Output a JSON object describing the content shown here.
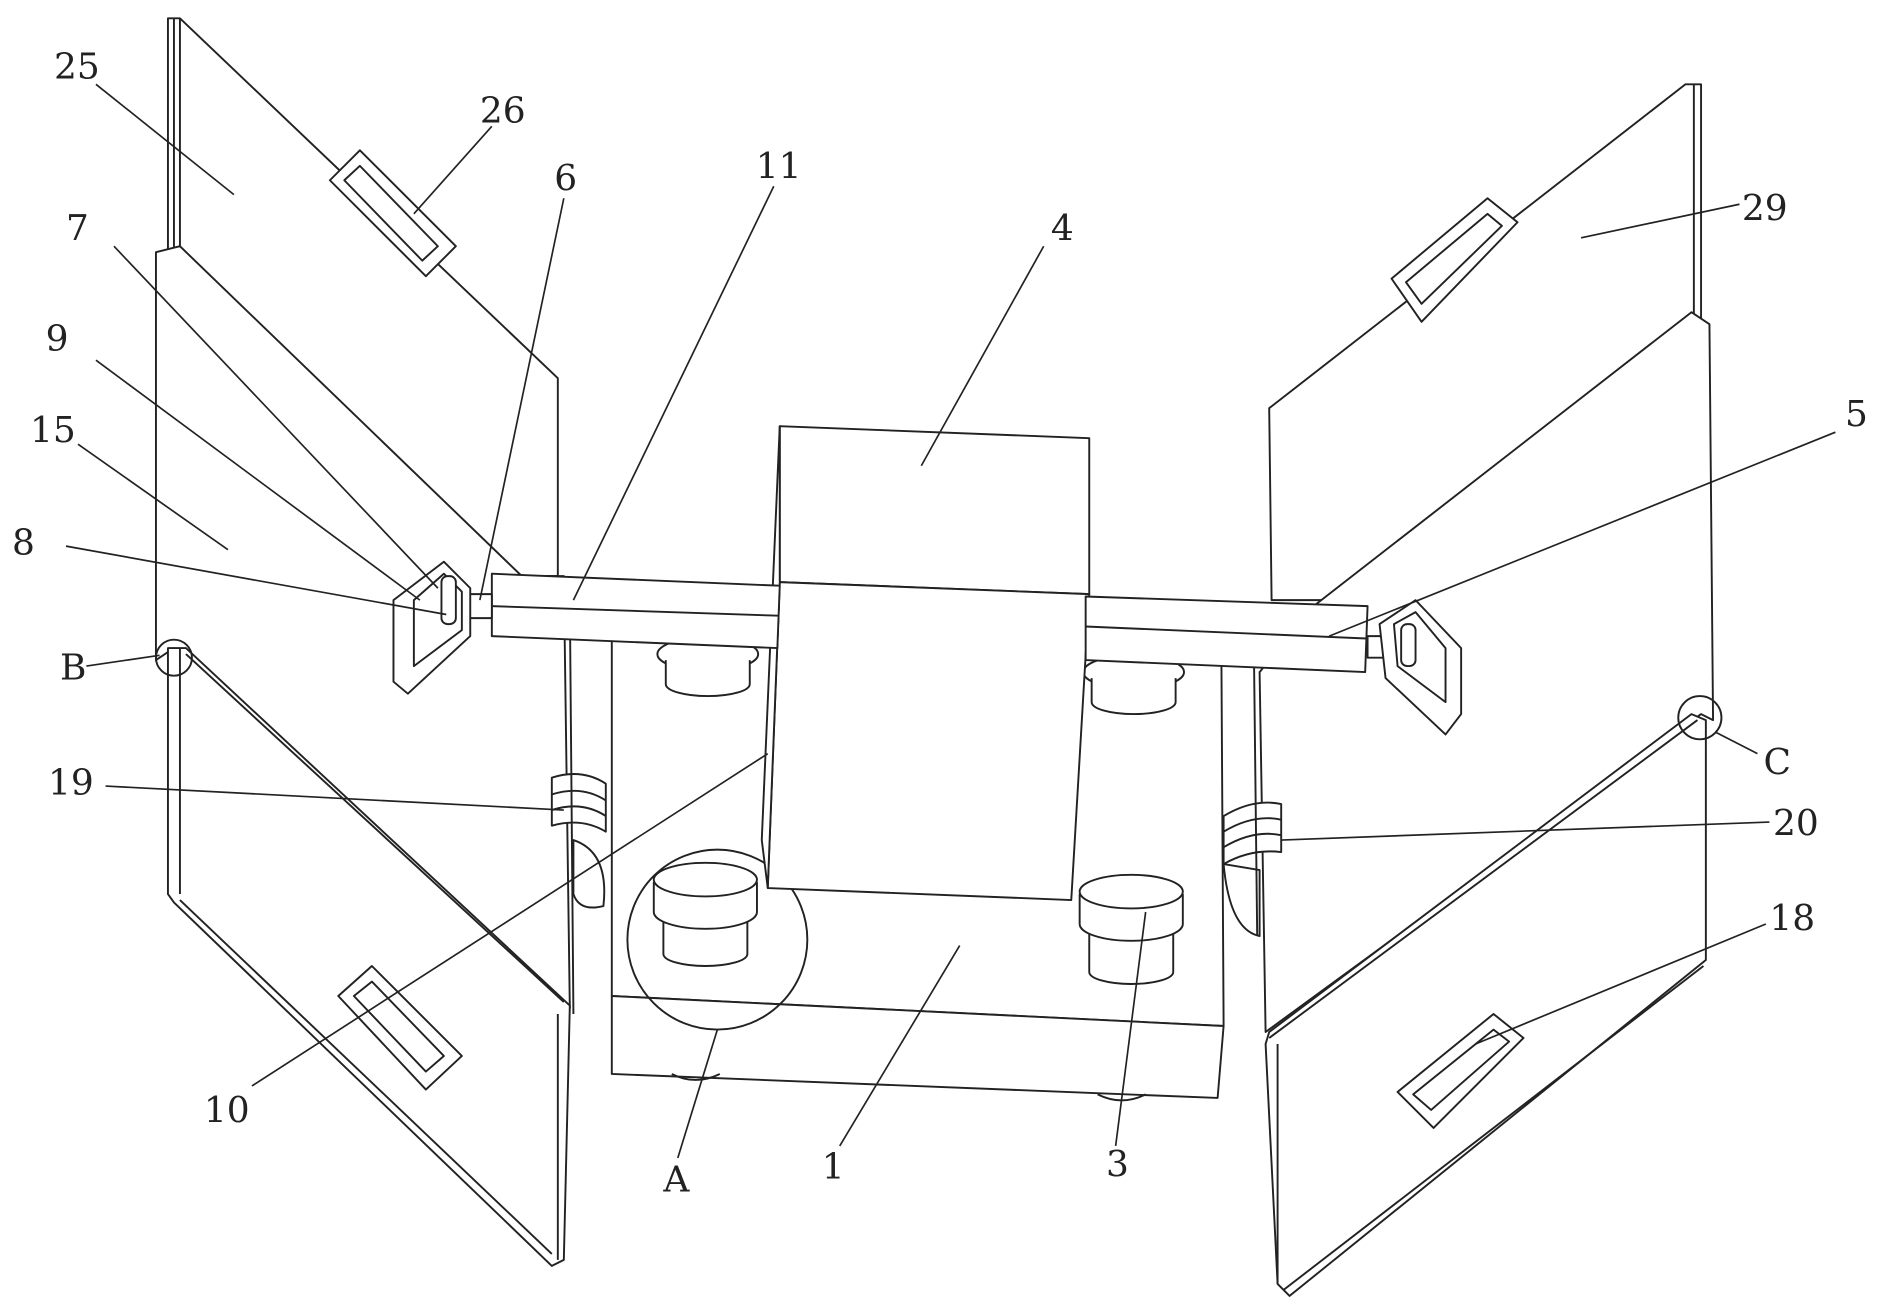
{
  "figure": {
    "labels": {
      "l25": "25",
      "l26": "26",
      "l6": "6",
      "l11": "11",
      "l4": "4",
      "l29": "29",
      "l7": "7",
      "l9": "9",
      "l15": "15",
      "l8": "8",
      "lB": "B",
      "l5": "5",
      "l19": "19",
      "lC": "C",
      "l20": "20",
      "l18": "18",
      "l10": "10",
      "lA": "A",
      "l1": "1",
      "l3": "3"
    }
  }
}
